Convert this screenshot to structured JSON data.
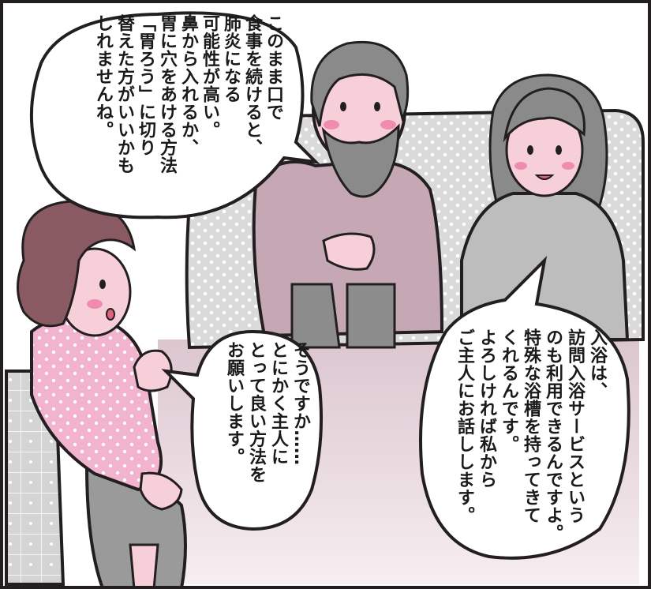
{
  "speech_bubbles": {
    "doctor": {
      "lines": [
        "このまま口で",
        "食事を続けると、",
        "肺炎になる",
        "可能性が高い。",
        "鼻から入れるか、",
        "胃に穴をあける方法",
        "「胃ろう」に切り",
        "替えた方がいいかも",
        "しれませんね。"
      ]
    },
    "wife": {
      "lines": [
        "そうですか……",
        "とにかく主人に",
        "とって良い方法を",
        "お願いします。"
      ]
    },
    "nurse": {
      "lines": [
        "入浴は、",
        "訪問入浴サービスという",
        "のも利用できるんですよ。",
        "特殊な浴槽を持ってきて",
        "くれるんです。",
        "よろしければ私から",
        "ご主人にお話しします。"
      ]
    }
  },
  "colors": {
    "sofa": "#d9d9d9",
    "wall_pink": "#ddc9d1",
    "doctor_shirt": "#c6a8b4",
    "wife_blouse": "#f2b3cf",
    "nurse_shirt": "#bdbdbd",
    "skin": "#f7cfd9",
    "hair_gray": "#8a8a8a",
    "hair_brown": "#8a5a62",
    "outline": "#231f20"
  }
}
